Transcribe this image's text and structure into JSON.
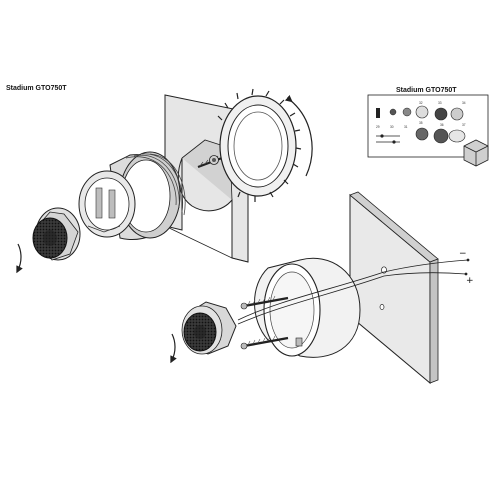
{
  "diagram": {
    "left_label": "Stadium GTO750T",
    "inset_label": "Stadium GTO750T",
    "inset_part_numbers": [
      "29",
      "30",
      "31",
      "32",
      "33",
      "34",
      "35",
      "36",
      "37"
    ],
    "wire_minus": "−",
    "wire_plus": "+"
  }
}
